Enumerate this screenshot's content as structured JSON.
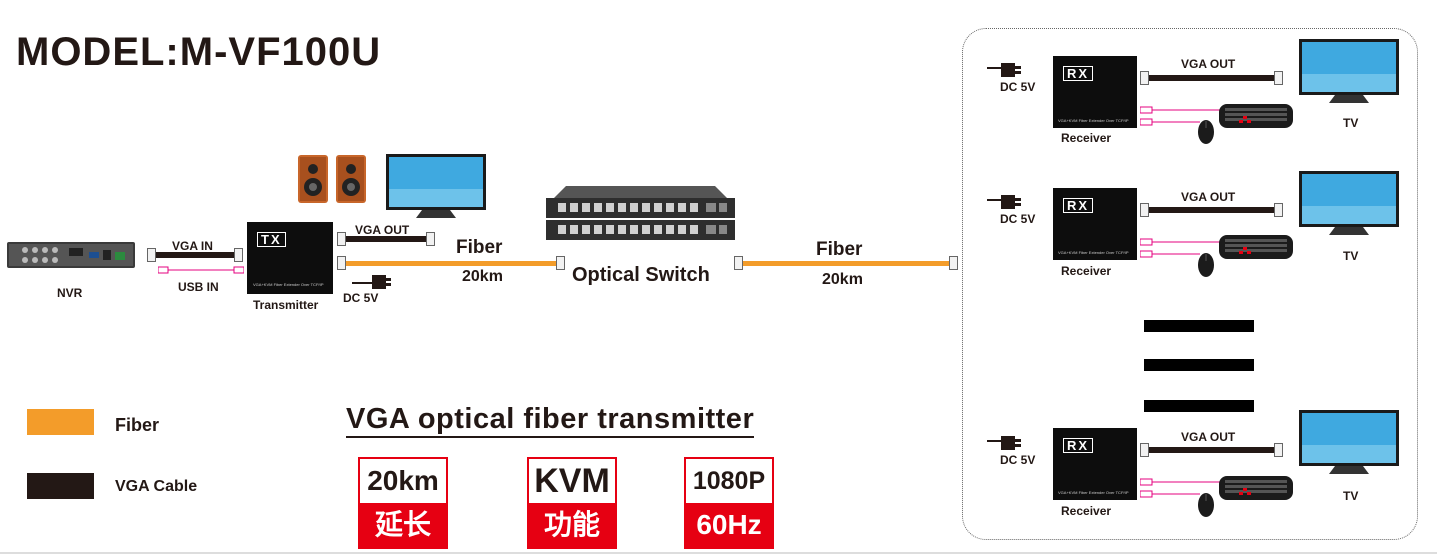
{
  "title": "MODEL:M-VF100U",
  "labels": {
    "nvr": "NVR",
    "vga_in": "VGA IN",
    "usb_in": "USB IN",
    "transmitter": "Transmitter",
    "vga_out": "VGA OUT",
    "dc_5v": "DC 5V",
    "fiber": "Fiber",
    "distance": "20km",
    "optical_switch": "Optical Switch",
    "receiver": "Receiver",
    "tv": "TV"
  },
  "device_marks": {
    "tx": "TX",
    "rx": "RX",
    "device_small_text": "VGA+KVM Fiber Extender Over TCP/IP"
  },
  "legend": [
    {
      "label": "Fiber",
      "color": "#f39c2a"
    },
    {
      "label": "VGA Cable",
      "color": "#231815"
    }
  ],
  "subtitle": "VGA optical fiber transmitter",
  "badges": [
    {
      "top": "20km",
      "bottom": "延长"
    },
    {
      "top": "KVM",
      "bottom": "功能"
    },
    {
      "top": "1080P",
      "bottom": "60Hz"
    }
  ],
  "colors": {
    "fiber": "#f39c2a",
    "vga_cable": "#231815",
    "badge_red": "#e60012"
  }
}
